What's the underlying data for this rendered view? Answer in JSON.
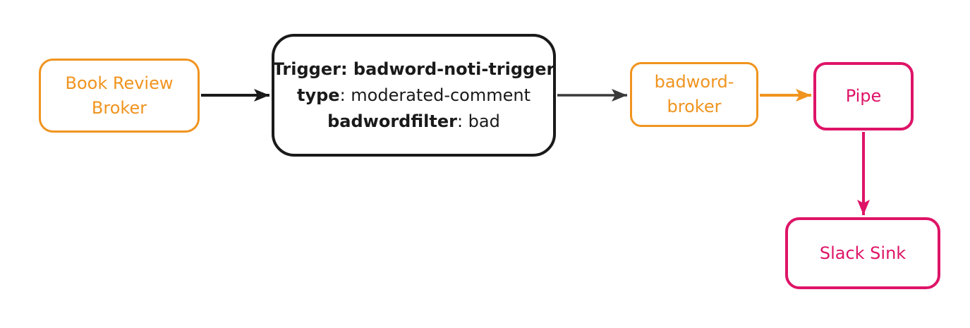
{
  "diagram": {
    "nodes": {
      "book_review_broker": {
        "line1": "Book Review",
        "line2": "Broker"
      },
      "trigger": {
        "line1": "Trigger: badword-noti-trigger",
        "line2_key": "type",
        "line2_value": ": moderated-comment",
        "line3_key": "badwordfilter",
        "line3_value": ": bad"
      },
      "badword_broker": {
        "line1": "badword-",
        "line2": "broker"
      },
      "pipe": {
        "label": "Pipe"
      },
      "slack_sink": {
        "label": "Slack Sink"
      }
    },
    "colors": {
      "orange": "#F0941F",
      "pink": "#DE1467",
      "black": "#1A1A1A",
      "gray_arrow": "#3A3A3A",
      "bg": "#FFFFFF"
    }
  }
}
